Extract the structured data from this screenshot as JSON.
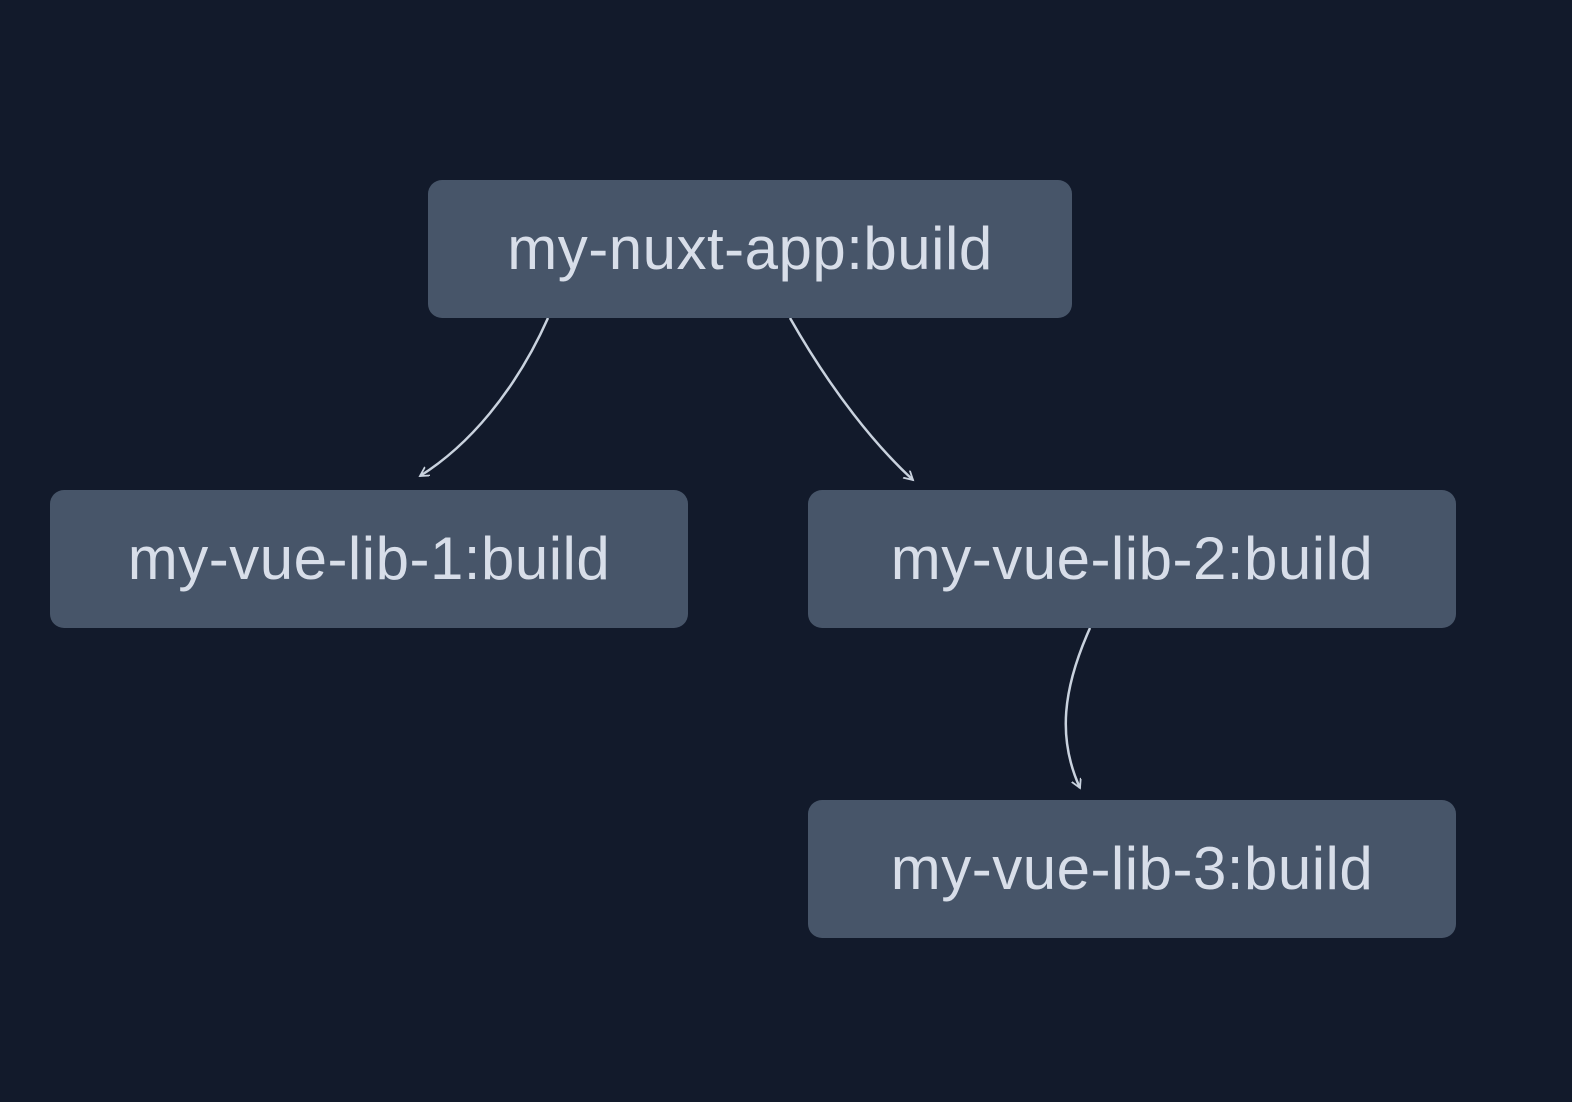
{
  "diagram": {
    "type": "task-dependency-graph",
    "nodes": [
      {
        "id": "my-nuxt-app:build",
        "label": "my-nuxt-app:build"
      },
      {
        "id": "my-vue-lib-1:build",
        "label": "my-vue-lib-1:build"
      },
      {
        "id": "my-vue-lib-2:build",
        "label": "my-vue-lib-2:build"
      },
      {
        "id": "my-vue-lib-3:build",
        "label": "my-vue-lib-3:build"
      }
    ],
    "edges": [
      {
        "from": "my-nuxt-app:build",
        "to": "my-vue-lib-1:build"
      },
      {
        "from": "my-nuxt-app:build",
        "to": "my-vue-lib-2:build"
      },
      {
        "from": "my-vue-lib-2:build",
        "to": "my-vue-lib-3:build"
      }
    ],
    "colors": {
      "background": "#121a2b",
      "node_fill": "#475569",
      "node_text": "#d8dee9",
      "edge_stroke": "#c9d2de"
    }
  }
}
